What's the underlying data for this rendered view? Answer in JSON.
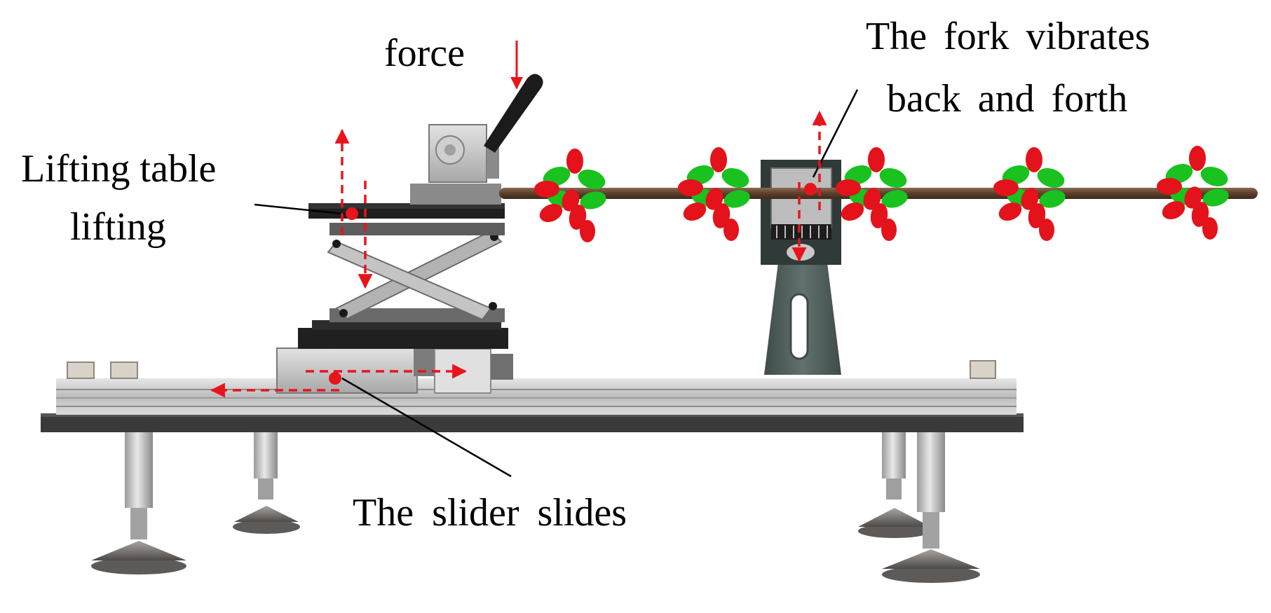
{
  "labels": {
    "force": "force",
    "fork_line1": "The fork vibrates",
    "fork_line2": "back and forth",
    "lift_line1": "Lifting table",
    "lift_line2": "lifting",
    "slider": "The slider slides"
  },
  "colors": {
    "annotation": "#e8141c",
    "leader": "#000000",
    "frame_dark": "#3b3b3b",
    "rail": "#c9c9c9",
    "scissor": "#a9a9a9",
    "table": "#1f1f1f",
    "support": "#4d5b59",
    "branch": "#6b4a33",
    "fruit_red": "#e3121b",
    "leaf_green": "#19c21f",
    "foot": "#6f6a66"
  }
}
